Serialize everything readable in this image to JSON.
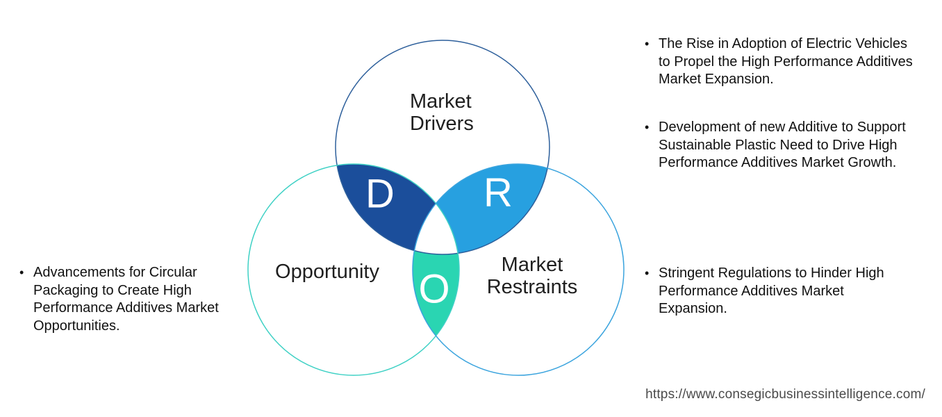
{
  "diagram": {
    "circles": {
      "top_label_line1": "Market",
      "top_label_line2": "Drivers",
      "left_label": "Opportunity",
      "right_label_line1": "Market",
      "right_label_line2": "Restraints"
    },
    "letters": {
      "drivers": "D",
      "restraints": "R",
      "opportunity": "O"
    },
    "colors": {
      "drivers_lens": "#1b4e9b",
      "restraints_lens": "#27a0e0",
      "opportunity_lens": "#2ad5b2",
      "center_region": "#ffffff",
      "drivers_stroke": "#2d5f9b",
      "opportunity_stroke": "#3fd1c5",
      "restraints_stroke": "#3ba4de"
    }
  },
  "bullets": {
    "marker": "•",
    "left_1": "Advancements for Circular Packaging to Create High Performance Additives Market Opportunities.",
    "right_1": "The Rise in Adoption of Electric Vehicles to Propel the High Performance Additives Market Expansion.",
    "right_2": "Development of new Additive to Support Sustainable Plastic Need to Drive High Performance Additives Market Growth.",
    "right_3": "Stringent Regulations to Hinder High Performance Additives Market Expansion."
  },
  "footer": {
    "source_url": "https://www.consegicbusinessintelligence.com/"
  }
}
